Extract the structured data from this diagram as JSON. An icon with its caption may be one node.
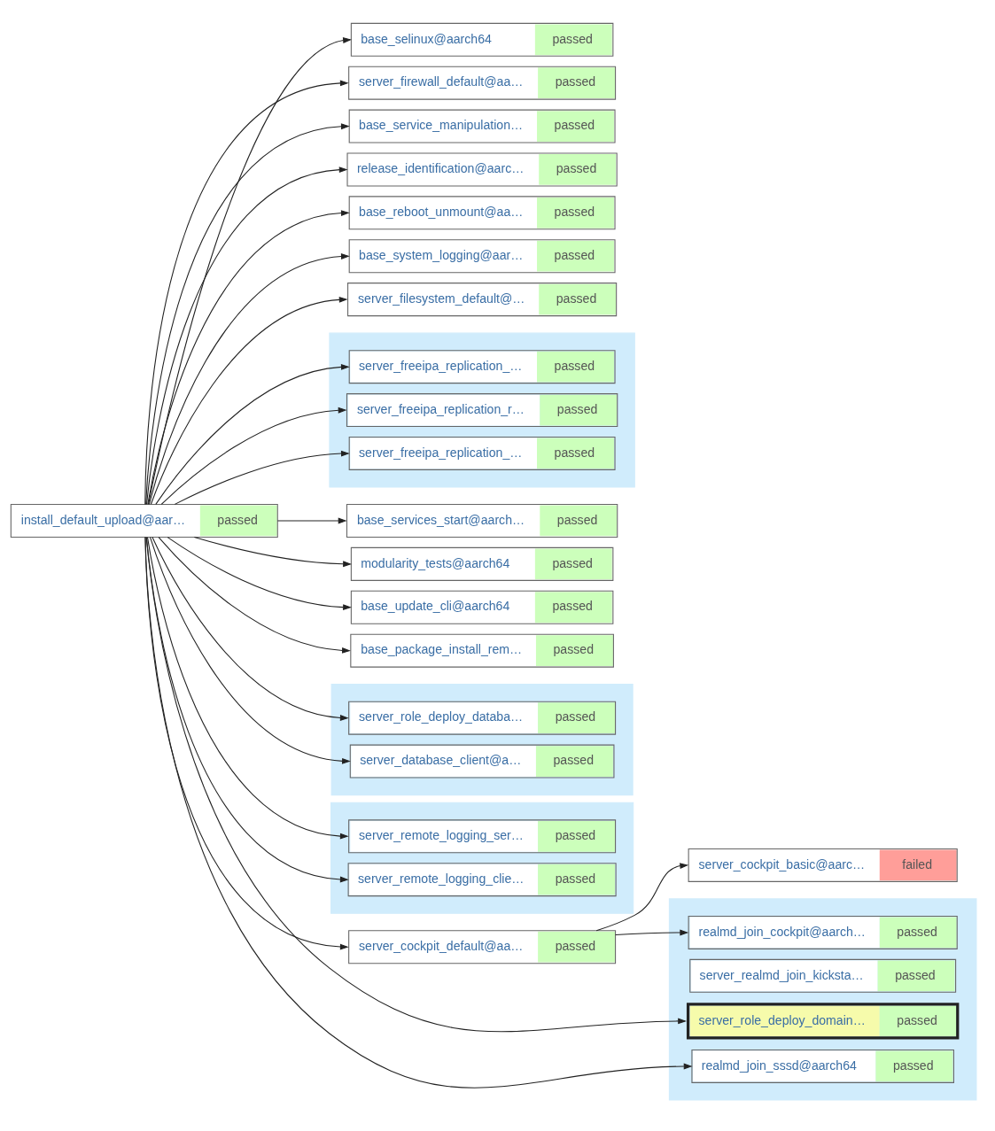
{
  "diagram": {
    "nodes": [
      {
        "text": [
          "install_default_upload@aar…",
          "passed"
        ]
      },
      {
        "text": [
          "base_selinux@aarch64",
          "passed"
        ]
      },
      {
        "text": [
          "server_firewall_default@aa…",
          "passed"
        ]
      },
      {
        "text": [
          "base_service_manipulation…",
          "passed"
        ]
      },
      {
        "text": [
          "release_identification@aarc…",
          "passed"
        ]
      },
      {
        "text": [
          "base_reboot_unmount@aa…",
          "passed"
        ]
      },
      {
        "text": [
          "base_system_logging@aar…",
          "passed"
        ]
      },
      {
        "text": [
          "server_filesystem_default@…",
          "passed"
        ]
      },
      {
        "text": [],
        "shape": "box"
      },
      {
        "text": [
          "server_freeipa_replication_…",
          "passed"
        ],
        "in": 8
      },
      {
        "text": [
          "server_freeipa_replication_r…",
          "passed"
        ],
        "in": 8
      },
      {
        "text": [
          "server_freeipa_replication_…",
          "passed"
        ],
        "in": 8
      },
      {
        "text": [
          "base_services_start@aarch…",
          "passed"
        ]
      },
      {
        "text": [
          "modularity_tests@aarch64",
          "passed"
        ]
      },
      {
        "text": [
          "base_update_cli@aarch64",
          "passed"
        ]
      },
      {
        "text": [
          "base_package_install_rem…",
          "passed"
        ]
      },
      {
        "text": [],
        "shape": "box"
      },
      {
        "text": [
          "server_role_deploy_databa…",
          "passed"
        ],
        "in": 16
      },
      {
        "text": [
          "server_database_client@a…",
          "passed"
        ],
        "in": 16
      },
      {
        "text": [],
        "shape": "box"
      },
      {
        "text": [
          "server_remote_logging_ser…",
          "passed"
        ],
        "in": 19
      },
      {
        "text": [
          "server_remote_logging_clie…",
          "passed"
        ],
        "in": 19
      },
      {
        "text": [
          "server_cockpit_default@aa…",
          "passed"
        ]
      },
      {
        "text": [
          "server_cockpit_basic@aarc…",
          "failed"
        ]
      },
      {
        "text": [],
        "shape": "box"
      },
      {
        "text": [
          "server_role_deploy_domain…",
          "passed"
        ],
        "in": 24
      },
      {
        "text": [
          "server_realmd_join_kicksta…",
          "passed"
        ],
        "in": 24
      },
      {
        "text": [
          "realmd_join_cockpit@aarch…",
          "passed"
        ],
        "in": 24
      },
      {
        "text": [
          "realmd_join_sssd@aarch64",
          "passed"
        ],
        "in": 24
      }
    ],
    "edges": [
      {
        "from": 0,
        "to": 1,
        "arrow": "to"
      },
      {
        "from": 0,
        "to": 2,
        "arrow": "to"
      },
      {
        "from": 0,
        "to": 3,
        "arrow": "to"
      },
      {
        "from": 0,
        "to": 4,
        "arrow": "to"
      },
      {
        "from": 0,
        "to": 5,
        "arrow": "to"
      },
      {
        "from": 0,
        "to": 6,
        "arrow": "to"
      },
      {
        "from": 0,
        "to": 7,
        "arrow": "to"
      },
      {
        "from": 0,
        "to": 9,
        "arrow": "to"
      },
      {
        "from": 0,
        "to": 10,
        "arrow": "to"
      },
      {
        "from": 0,
        "to": 11,
        "arrow": "to"
      },
      {
        "from": 0,
        "to": 12,
        "arrow": "to"
      },
      {
        "from": 0,
        "to": 13,
        "arrow": "to"
      },
      {
        "from": 0,
        "to": 14,
        "arrow": "to"
      },
      {
        "from": 0,
        "to": 15,
        "arrow": "to"
      },
      {
        "from": 0,
        "to": 17,
        "arrow": "to"
      },
      {
        "from": 0,
        "to": 18,
        "arrow": "to"
      },
      {
        "from": 0,
        "to": 20,
        "arrow": "to"
      },
      {
        "from": 0,
        "to": 21,
        "arrow": "to"
      },
      {
        "from": 0,
        "to": 22,
        "arrow": "to"
      },
      {
        "from": 22,
        "to": 23,
        "arrow": "to"
      },
      {
        "from": 0,
        "to": 25,
        "arrow": "to"
      },
      {
        "from": 22,
        "to": 27,
        "arrow": "to"
      },
      {
        "from": 0,
        "to": 28,
        "arrow": "to"
      }
    ]
  }
}
